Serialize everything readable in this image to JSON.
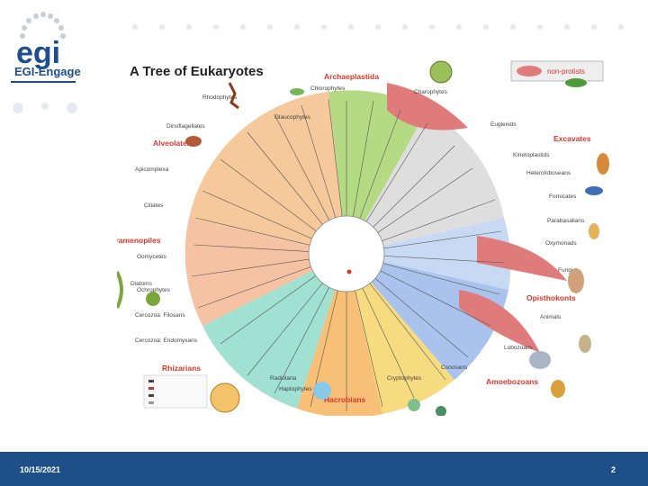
{
  "header": {
    "brand": "EGI-Engage",
    "logo_text": "egi"
  },
  "figure": {
    "title": "A Tree of Eukaryotes",
    "legend_label": "non-protists",
    "supergroups": [
      {
        "label": "Archaeplastida",
        "color": "#d8372b"
      },
      {
        "label": "Alveolates",
        "color": "#d8372b"
      },
      {
        "label": "Excavates",
        "color": "#d8372b"
      },
      {
        "label": "Stramenopiles",
        "color": "#d8372b"
      },
      {
        "label": "Opisthokonts",
        "color": "#d8372b"
      },
      {
        "label": "Rhizarians",
        "color": "#d8372b"
      },
      {
        "label": "Amoebozoans",
        "color": "#d8372b"
      },
      {
        "label": "Hacrobians",
        "color": "#d8372b"
      }
    ],
    "subgroups": [
      "Chlorophytes",
      "Charophytes",
      "Rhodophytes",
      "Glaucophytes",
      "Dinoflagellates",
      "Apicomplexa",
      "Ciliates",
      "Euglenids",
      "Kinetoplastids",
      "Heteroloboseans",
      "Fornicates",
      "Parabasalians",
      "Oxymonads",
      "Oomycetes",
      "Diatoms",
      "Ochrophytes",
      "Cercozoa: Filosans",
      "Cercozoa: Endomyxans",
      "Radiolaria",
      "Fungi",
      "Animals",
      "Lobozoans",
      "Conosans",
      "Haptophytes",
      "Cryptophytes"
    ],
    "colors": {
      "green": "#8cc152",
      "orange": "#f0a35a",
      "red": "#e8887a",
      "yellow": "#f5d35a",
      "blue": "#8fb3e6",
      "teal": "#7fd3c3",
      "gray": "#cfcfcf",
      "pink": "#e7828a"
    }
  },
  "footer": {
    "date": "10/15/2021",
    "page": "2"
  }
}
